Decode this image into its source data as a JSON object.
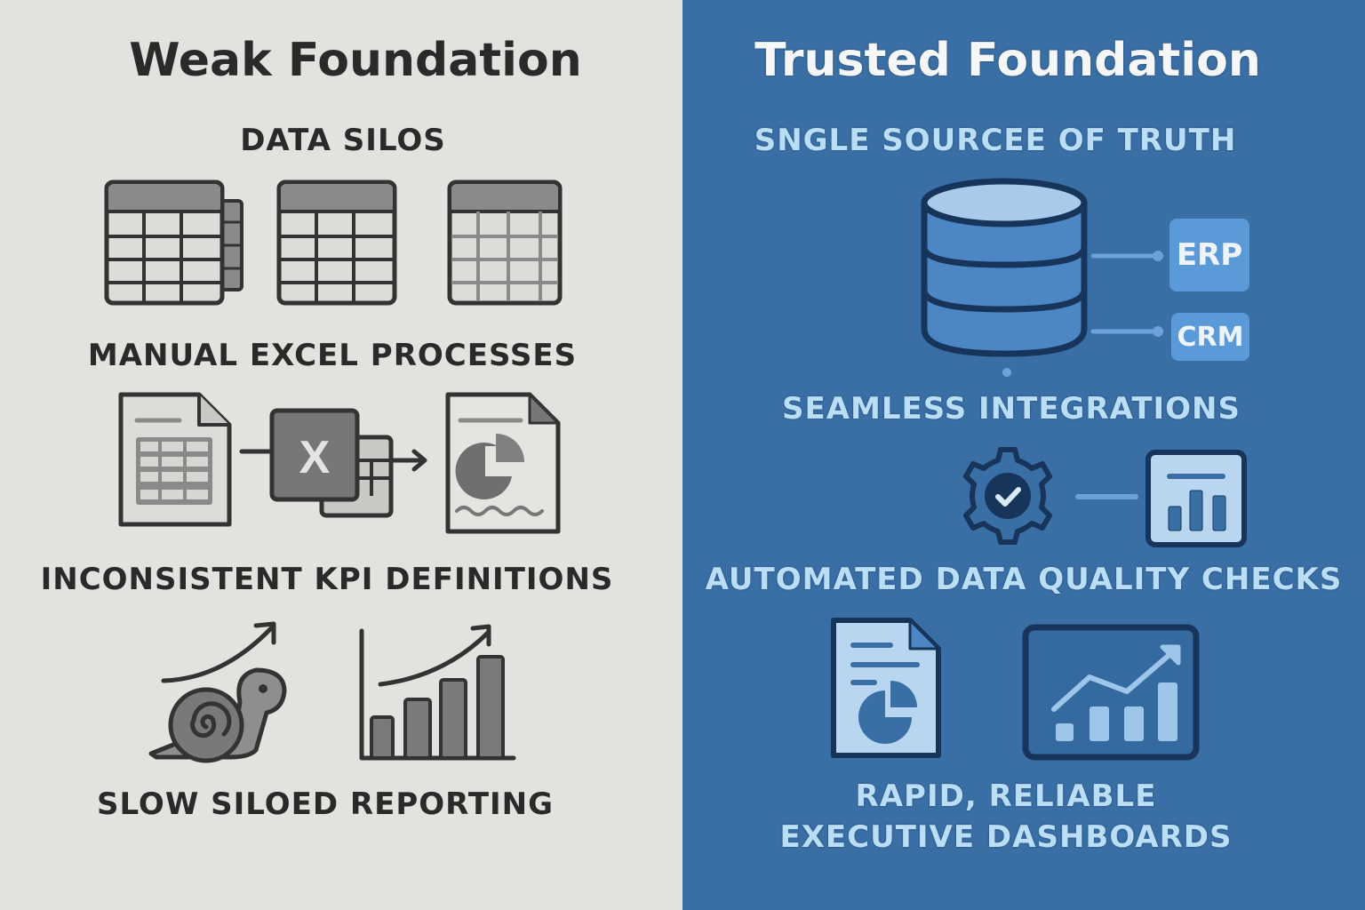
{
  "left_panel": {
    "title": "Weak Foundation",
    "background": "#e2e2df",
    "sections": [
      {
        "label": "DATA SILOS",
        "icons": [
          "spreadsheet-table-icon",
          "spreadsheet-table-icon",
          "spreadsheet-table-icon"
        ]
      },
      {
        "label": "MANUAL EXCEL PROCESSES",
        "icons": [
          "spreadsheet-document-icon",
          "excel-icon",
          "arrow-right-icon",
          "report-document-icon"
        ]
      },
      {
        "label": "INCONSISTENT KPI DEFINITIONS",
        "icons": [
          "snail-icon",
          "growth-arrow-icon",
          "bar-chart-icon"
        ]
      },
      {
        "label": "SLOW SILOED REPORTING"
      }
    ],
    "excel_letter": "X"
  },
  "right_panel": {
    "title": "Trusted Foundation",
    "background": "#3a6fa5",
    "sections": [
      {
        "label": "SNGLE SOURCEE OF TRUTH",
        "icons": [
          "database-icon"
        ]
      },
      {
        "label": "SEAMLESS INTEGRATIONS",
        "integrations": [
          "ERP",
          "CRM"
        ]
      },
      {
        "label": "AUTOMATED DATA QUALITY CHECKS",
        "icons": [
          "gear-check-icon",
          "bar-chart-card-icon"
        ]
      },
      {
        "label_line1": "RAPID, RELIABLE",
        "label_line2": "EXECUTIVE DASHBOARDS",
        "icons": [
          "report-document-icon",
          "dashboard-trend-icon"
        ]
      }
    ]
  },
  "colors": {
    "dark_stroke": "#333333",
    "gray_fill": "#8a8a8a",
    "navy_stroke": "#17355a",
    "light_blue": "#b9def5",
    "tile_blue": "#5b9ad8"
  }
}
